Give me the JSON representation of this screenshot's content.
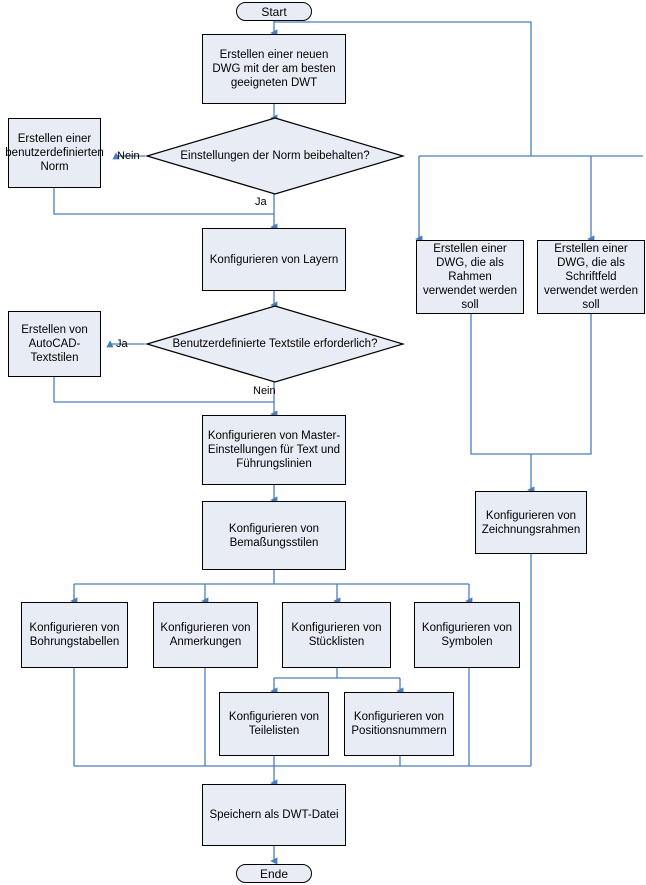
{
  "diagram": {
    "title_language": "de",
    "colors": {
      "node_fill": "#e8ecf5",
      "node_stroke": "#000000",
      "connector": "#4a7ebb",
      "text": "#000000",
      "background": "#ffffff"
    },
    "terminals": {
      "start": "Start",
      "end": "Ende"
    },
    "nodes": [
      {
        "id": "new_dwg",
        "text": "Erstellen einer neuen DWG mit der am besten geeigneten DWT"
      },
      {
        "id": "custom_norm",
        "text": "Erstellen einer benutzerdefinierten Norm"
      },
      {
        "id": "layers",
        "text": "Konfigurieren von Layern"
      },
      {
        "id": "acad_textstyles",
        "text": "Erstellen von AutoCAD-Textstilen"
      },
      {
        "id": "master_text",
        "text": "Konfigurieren von Master-Einstellungen für Text und Führungslinien"
      },
      {
        "id": "dimstyles",
        "text": "Konfigurieren von Bemaßungsstilen"
      },
      {
        "id": "holetables",
        "text": "Konfigurieren von Bohrungstabellen"
      },
      {
        "id": "annotations",
        "text": "Konfigurieren von Anmerkungen"
      },
      {
        "id": "partslists",
        "text": "Konfigurieren von Stücklisten"
      },
      {
        "id": "symbols",
        "text": "Konfigurieren von Symbolen"
      },
      {
        "id": "itemlists",
        "text": "Konfigurieren von Teilelisten"
      },
      {
        "id": "balloons",
        "text": "Konfigurieren von Positionsnummern"
      },
      {
        "id": "save_dwt",
        "text": "Speichern als DWT-Datei"
      },
      {
        "id": "dwg_border",
        "text": "Erstellen einer DWG, die als Rahmen verwendet werden soll"
      },
      {
        "id": "dwg_titleblock",
        "text": "Erstellen einer DWG, die als Schriftfeld verwendet werden soll"
      },
      {
        "id": "sheet_formats",
        "text": "Konfigurieren von Zeichnungsrahmen"
      }
    ],
    "decisions": [
      {
        "id": "keep_standard",
        "text": "Einstellungen der Norm beibehalten?"
      },
      {
        "id": "custom_text",
        "text": "Benutzerdefinierte Textstile erforderlich?"
      }
    ],
    "edge_labels": [
      {
        "id": "keep_standard_no",
        "text": "Nein"
      },
      {
        "id": "keep_standard_yes",
        "text": "Ja"
      },
      {
        "id": "custom_text_yes",
        "text": "Ja"
      },
      {
        "id": "custom_text_no",
        "text": "Nein"
      }
    ]
  }
}
